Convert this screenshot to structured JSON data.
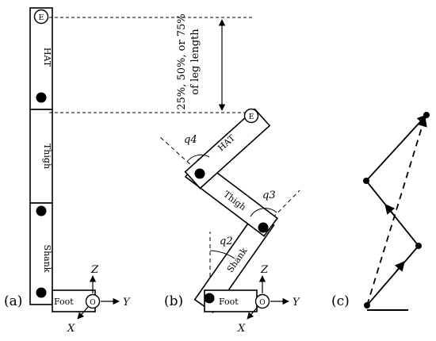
{
  "panels": {
    "a": "(a)",
    "b": "(b)",
    "c": "(c)"
  },
  "segments": {
    "hat": "HAT",
    "thigh": "Thigh",
    "shank": "Shank",
    "foot": "Foot"
  },
  "markers": {
    "end_effector": "E",
    "origin": "O"
  },
  "axes": {
    "x": "X",
    "y": "Y",
    "z": "Z"
  },
  "angles": {
    "q2": "q2",
    "q3": "q3",
    "q4": "q4"
  },
  "annotation": {
    "line1": "25%, 50%, or 75%",
    "line2": "of leg length"
  },
  "colors": {
    "ink": "#000000",
    "fill": "#ffffff"
  }
}
